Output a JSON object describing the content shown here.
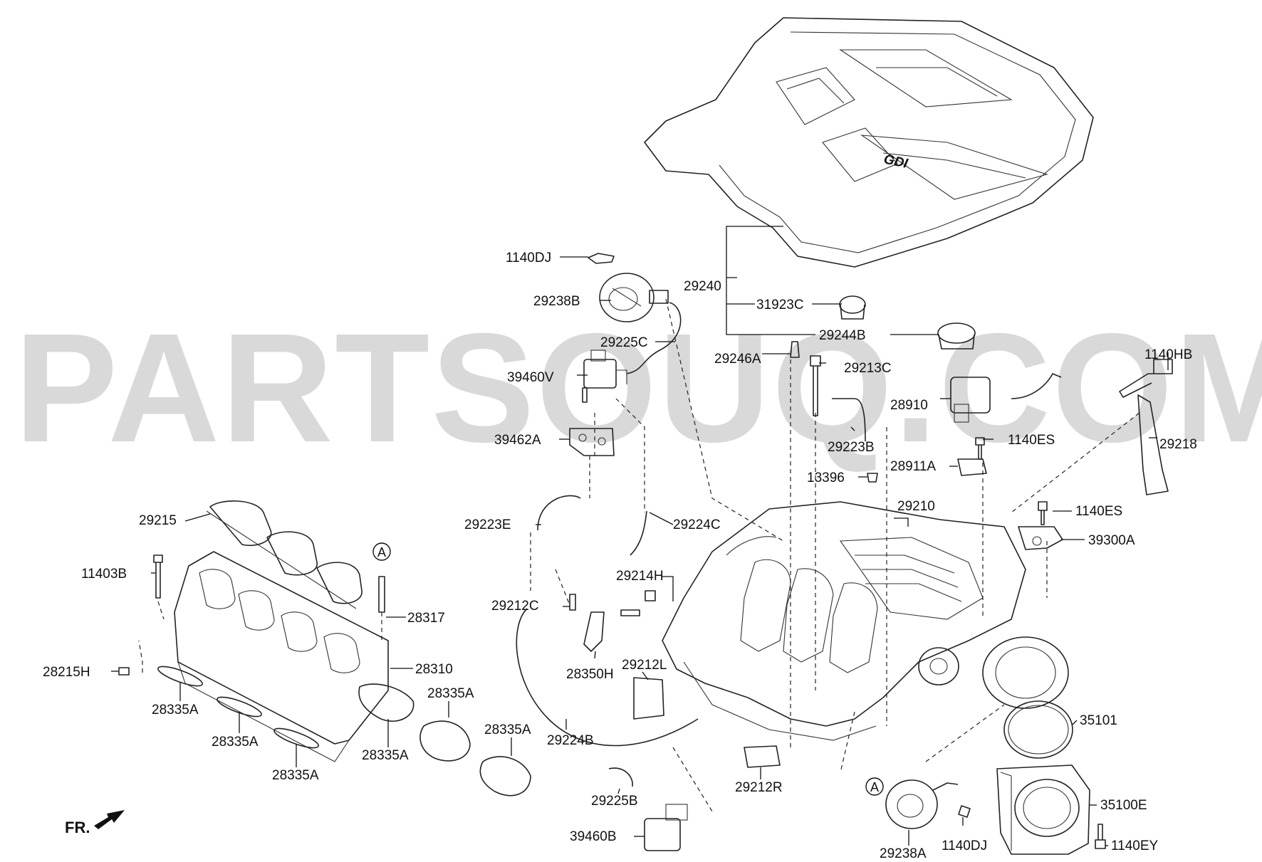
{
  "watermark": "PARTSOUQ.COM",
  "direction_label": "FR.",
  "ref_marks": {
    "a1": "A",
    "a2": "A"
  },
  "cover_logo": "GDI",
  "labels": {
    "p1140DJ_top": "1140DJ",
    "p29238B": "29238B",
    "p29240": "29240",
    "p31923C": "31923C",
    "p29225C": "29225C",
    "p29244B": "29244B",
    "p29246A": "29246A",
    "p29213C": "29213C",
    "p1140HB": "1140HB",
    "p39460V": "39460V",
    "p28910": "28910",
    "p29223B": "29223B",
    "p1140ES_a": "1140ES",
    "p29218": "29218",
    "p39462A": "39462A",
    "p28911A": "28911A",
    "p13396": "13396",
    "p29215": "29215",
    "p29210": "29210",
    "p1140ES_b": "1140ES",
    "p29223E": "29223E",
    "p29224C": "29224C",
    "p39300A": "39300A",
    "p11403B": "11403B",
    "p29214H": "29214H",
    "p28317": "28317",
    "p29212C": "29212C",
    "p28310": "28310",
    "p28215H": "28215H",
    "p29212L": "29212L",
    "p28350H": "28350H",
    "p28335A_1": "28335A",
    "p28335A_2": "28335A",
    "p35101": "35101",
    "p28335A_3": "28335A",
    "p28335A_4": "28335A",
    "p29224B": "29224B",
    "p28335A_5": "28335A",
    "p28335A_6": "28335A",
    "p29212R": "29212R",
    "p35100E": "35100E",
    "p29225B": "29225B",
    "p1140DJ_bot": "1140DJ",
    "p39460B": "39460B",
    "p29238A": "29238A",
    "p1140EY": "1140EY"
  }
}
